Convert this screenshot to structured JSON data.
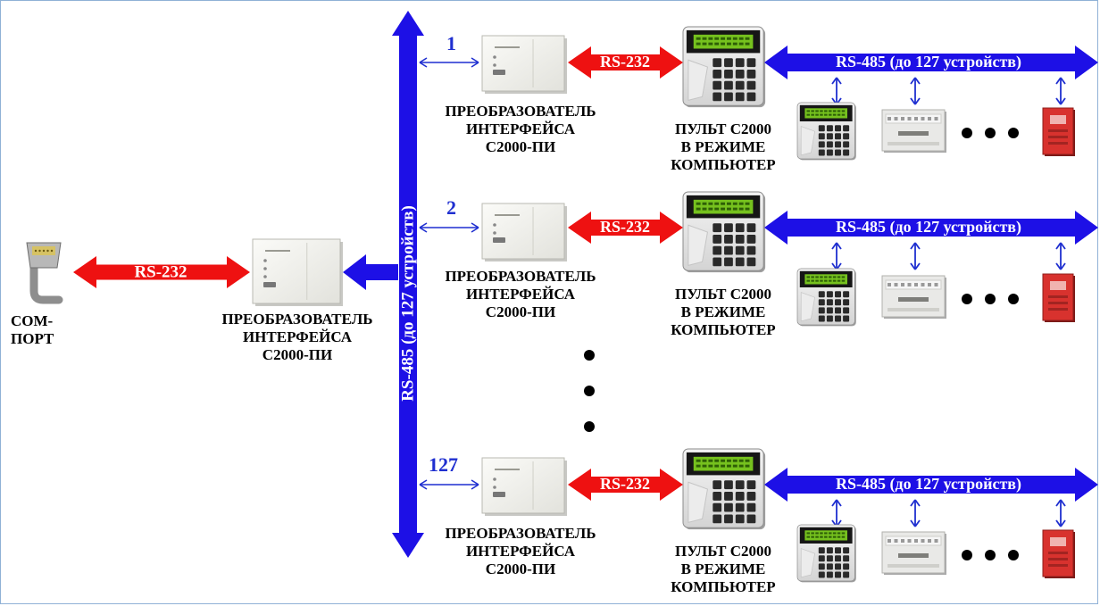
{
  "colors": {
    "rs232_arrow": "#ee1111",
    "rs485_arrow": "#1d10e6",
    "small_arrow": "#1f2fd0",
    "panel_red": "#d8322e",
    "frame": "#8fb1d6"
  },
  "com_port": {
    "label_line1": "COM-",
    "label_line2": "ПОРТ",
    "icon": "com-port-connector-icon"
  },
  "main_link": {
    "label": "RS-232"
  },
  "main_converter": {
    "line1": "ПРЕОБРАЗОВАТЕЛЬ",
    "line2": "ИНТЕРФЕЙСА",
    "line3": "С2000-ПИ"
  },
  "bus_vertical": {
    "label": "RS-485 (до 127 устройств)"
  },
  "branches": [
    {
      "number": "1",
      "converter": {
        "line1": "ПРЕОБРАЗОВАТЕЛЬ",
        "line2": "ИНТЕРФЕЙСА",
        "line3": "С2000-ПИ"
      },
      "link_label": "RS-232",
      "panel": {
        "line1": "ПУЛЬТ С2000",
        "line2": "В РЕЖИМЕ",
        "line3": "КОМПЬЮТЕР"
      },
      "bus_label": "RS-485 (до 127 устройств)"
    },
    {
      "number": "2",
      "converter": {
        "line1": "ПРЕОБРАЗОВАТЕЛЬ",
        "line2": "ИНТЕРФЕЙСА",
        "line3": "С2000-ПИ"
      },
      "link_label": "RS-232",
      "panel": {
        "line1": "ПУЛЬТ С2000",
        "line2": "В РЕЖИМЕ",
        "line3": "КОМПЬЮТЕР"
      },
      "bus_label": "RS-485 (до 127 устройств)"
    },
    {
      "number": "127",
      "converter": {
        "line1": "ПРЕОБРАЗОВАТЕЛЬ",
        "line2": "ИНТЕРФЕЙСА",
        "line3": "С2000-ПИ"
      },
      "link_label": "RS-232",
      "panel": {
        "line1": "ПУЛЬТ С2000",
        "line2": "В РЕЖИМЕ",
        "line3": "КОМПЬЮТЕР"
      },
      "bus_label": "RS-485 (до 127 устройств)"
    }
  ]
}
